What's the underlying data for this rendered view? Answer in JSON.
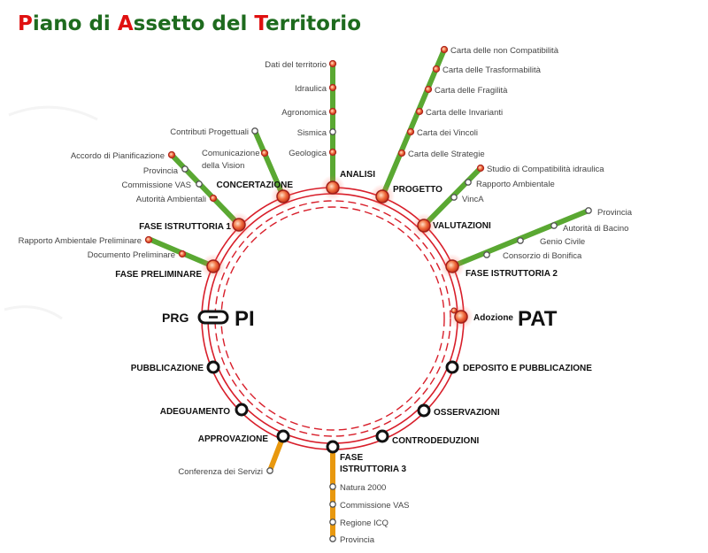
{
  "title": {
    "p1": "P",
    "p2": "iano di ",
    "p3": "A",
    "p4": "ssetto del ",
    "p5": "T",
    "p6": "erritorio"
  },
  "colors": {
    "green": "#5aa832",
    "orange": "#e8980e",
    "red": "#d81e2a",
    "accent_title": "#1e6b1e"
  },
  "center_left": {
    "code": "PRG",
    "name": "PI"
  },
  "center_right": {
    "code": "Adozione",
    "name": "PAT"
  },
  "main_stations": {
    "analisi": "ANALISI",
    "progetto": "PROGETTO",
    "valutazioni": "VALUTAZIONI",
    "fase2": "FASE ISTRUTTORIA 2",
    "concertazione": "CONCERTAZIONE",
    "fase1": "FASE ISTRUTTORIA 1",
    "preliminare": "FASE PRELIMINARE",
    "deposito": "DEPOSITO E PUBBLICAZIONE",
    "osservazioni": "OSSERVAZIONI",
    "controdeduzioni": "CONTRODEDUZIONI",
    "fase3a": "FASE",
    "fase3b": "ISTRUTTORIA 3",
    "approvazione": "APPROVAZIONE",
    "adeguamento": "ADEGUAMENTO",
    "pubblicazione": "PUBBLICAZIONE"
  },
  "branches": {
    "analisi": [
      "Dati del territorio",
      "Idraulica",
      "Agronomica",
      "Sismica",
      "Geologica"
    ],
    "progetto": [
      "Carta delle non Compatibilità",
      "Carta delle Trasformabilità",
      "Carta delle Fragilità",
      "Carta delle Invarianti",
      "Carta dei Vincoli",
      "Carta delle Strategie"
    ],
    "valutazioni": [
      "Studio di Compatibilità idraulica",
      "Rapporto Ambientale",
      "VincA"
    ],
    "fase2": [
      "Provincia",
      "Autorità di Bacino",
      "Genio Civile",
      "Consorzio di Bonifica"
    ],
    "concertazione": [
      "Contributi Progettuali",
      "Comunicazione",
      "della Vision"
    ],
    "fase1": [
      "Accordo di Pianificazione",
      "Provincia",
      "Commissione VAS",
      "Autorità Ambientali"
    ],
    "preliminare": [
      "Rapporto Ambientale Preliminare",
      "Documento Preliminare"
    ],
    "approvazione": [
      "Conferenza dei Servizi"
    ],
    "fase3": [
      "Natura 2000",
      "Commissione VAS",
      "Regione ICQ",
      "Provincia"
    ]
  }
}
